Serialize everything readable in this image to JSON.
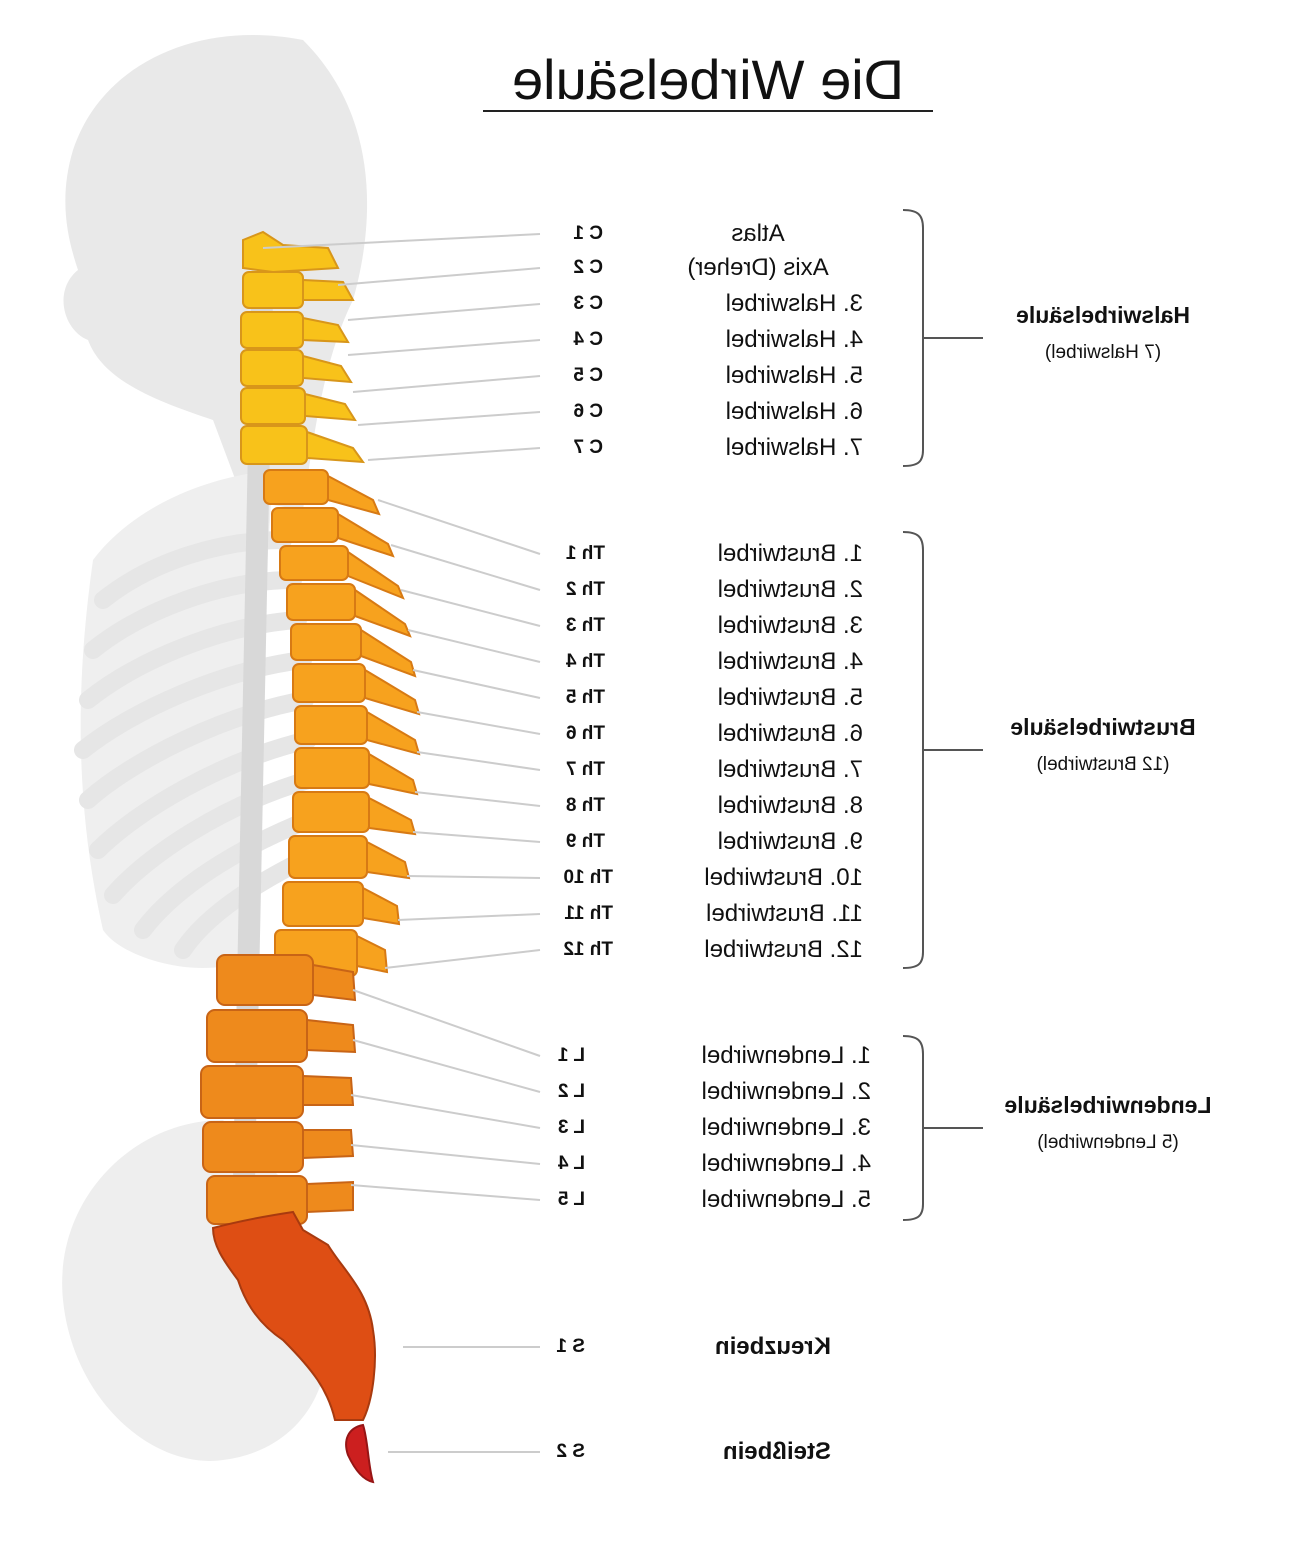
{
  "title": "Die Wirbelsäule",
  "mirrored": true,
  "colors": {
    "cervical": "#F8C21A",
    "thoracic": "#F7A21E",
    "lumbar": "#EE8A1C",
    "sacrum": "#DE4E14",
    "coccyx": "#CC1F1F",
    "silhouette": "#E8E8E8",
    "leader_line": "#CCCCCC"
  },
  "groups": [
    {
      "name": "Halswirbelsäule",
      "sub": "(7 Halswirbel)"
    },
    {
      "name": "Brustwirbelsäule",
      "sub": "(12 Brustwirbel)"
    },
    {
      "name": "Lendenwirbelsäule",
      "sub": "(5 Lendenwirbel)"
    }
  ],
  "vertebrae": [
    {
      "name": "Atlas",
      "code": "C 1"
    },
    {
      "name": "Axis (Dreher)",
      "code": "C 2"
    },
    {
      "name": "3. Halswirbel",
      "code": "C 3"
    },
    {
      "name": "4. Halswirbel",
      "code": "C 4"
    },
    {
      "name": "5. Halswirbel",
      "code": "C 5"
    },
    {
      "name": "6. Halswirbel",
      "code": "C 6"
    },
    {
      "name": "7. Halswirbel",
      "code": "C 7"
    },
    {
      "name": "1. Brustwirbel",
      "code": "Th 1"
    },
    {
      "name": "2. Brustwirbel",
      "code": "Th 2"
    },
    {
      "name": "3. Brustwirbel",
      "code": "Th 3"
    },
    {
      "name": "4. Brustwirbel",
      "code": "Th 4"
    },
    {
      "name": "5. Brustwirbel",
      "code": "Th 5"
    },
    {
      "name": "6. Brustwirbel",
      "code": "Th 6"
    },
    {
      "name": "7. Brustwirbel",
      "code": "Th 7"
    },
    {
      "name": "8. Brustwirbel",
      "code": "Th 8"
    },
    {
      "name": "9. Brustwirbel",
      "code": "Th 9"
    },
    {
      "name": "10. Brustwirbel",
      "code": "Th 10"
    },
    {
      "name": "11. Brustwirbel",
      "code": "Th 11"
    },
    {
      "name": "12. Brustwirbel",
      "code": "Th 12"
    },
    {
      "name": "1. Lendenwirbel",
      "code": "L 1"
    },
    {
      "name": "2. Lendenwirbel",
      "code": "L 2"
    },
    {
      "name": "3. Lendenwirbel",
      "code": "L 3"
    },
    {
      "name": "4. Lendenwirbel",
      "code": "L 4"
    },
    {
      "name": "5. Lendenwirbel",
      "code": "L 5"
    },
    {
      "name": "Kreuzbein",
      "code": "S 1"
    },
    {
      "name": "Steißbein",
      "code": "S 2"
    }
  ]
}
